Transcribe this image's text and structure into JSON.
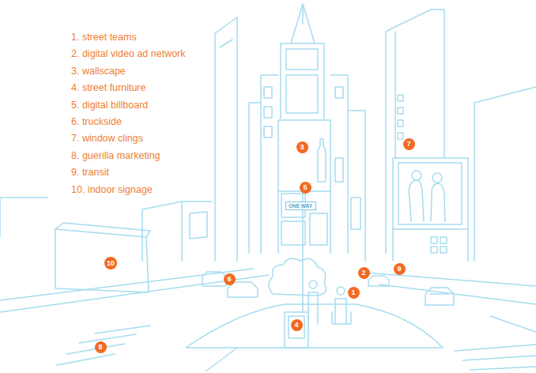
{
  "diagram": {
    "nodes": [
      {
        "text": [
          "7"
        ]
      },
      {
        "text": [
          "3"
        ]
      },
      {
        "text": [
          "5"
        ]
      },
      {
        "text": [
          "ONE WAY"
        ]
      },
      {
        "text": [
          "10"
        ]
      },
      {
        "text": [
          "9"
        ]
      },
      {
        "text": [
          "2"
        ]
      },
      {
        "text": [
          "6"
        ]
      },
      {
        "text": [
          "1"
        ]
      },
      {
        "text": [
          "4"
        ]
      },
      {
        "text": [
          "8"
        ]
      }
    ],
    "labels": [
      "1. street teams",
      "2. digital video ad network",
      "3. wallscape",
      "4. street furniture",
      "5. digital billboard",
      "6. truckside",
      "7. window clings",
      "8. guerilla marketing",
      "9. transit",
      "10. indoor signage"
    ]
  }
}
